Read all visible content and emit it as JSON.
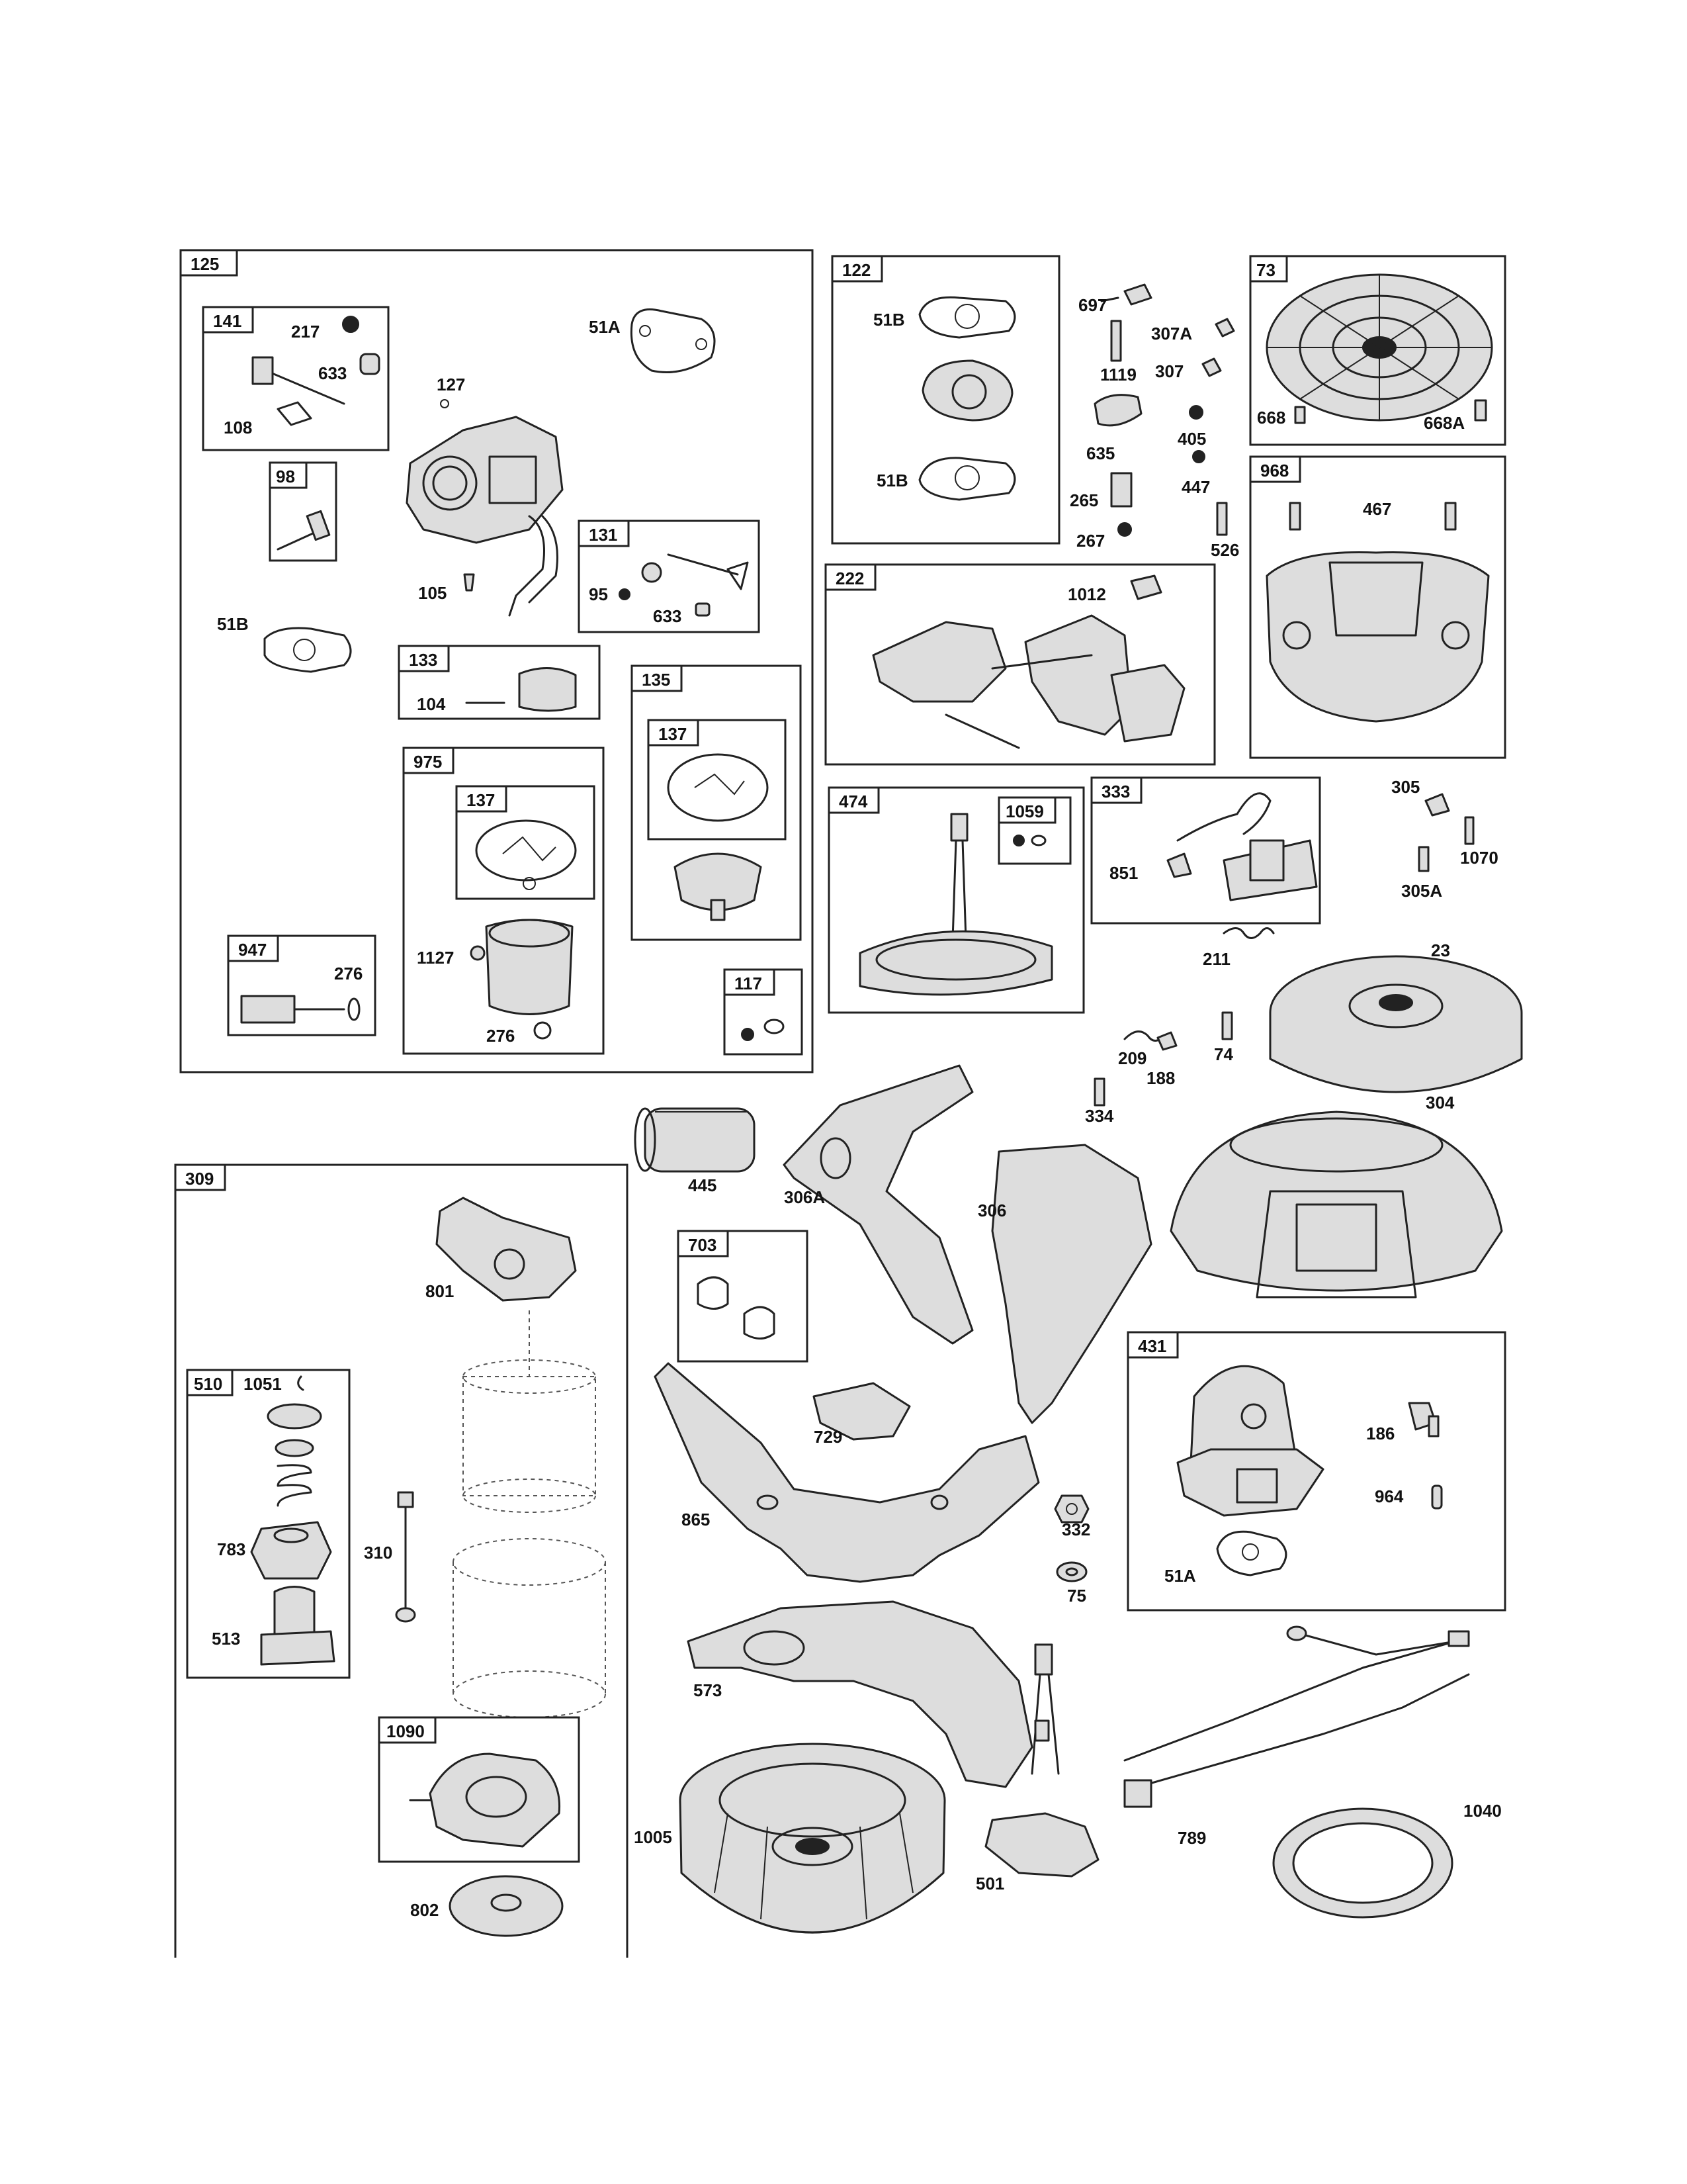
{
  "boxes": {
    "b125": "125",
    "b141": "141",
    "b98": "98",
    "b131": "131",
    "b133": "133",
    "b135": "135",
    "b137a": "137",
    "b975": "975",
    "b137b": "137",
    "b947": "947",
    "b117": "117",
    "b122": "122",
    "b73": "73",
    "b968": "968",
    "b222": "222",
    "b474": "474",
    "b1059": "1059",
    "b333": "333",
    "b309": "309",
    "b510": "510",
    "b1090": "1090",
    "b703": "703",
    "b431": "431"
  },
  "labels": {
    "p217": "217",
    "p633a": "633",
    "p108": "108",
    "p51A_top": "51A",
    "p127": "127",
    "p105": "105",
    "p51B_left": "51B",
    "p95": "95",
    "p633b": "633",
    "p104": "104",
    "p1127": "1127",
    "p276a": "276",
    "p276b": "276",
    "p51B_top": "51B",
    "p51B_bot": "51B",
    "p697": "697",
    "p1119": "1119",
    "p307A": "307A",
    "p307": "307",
    "p635": "635",
    "p405": "405",
    "p447": "447",
    "p265": "265",
    "p267": "267",
    "p526": "526",
    "p668": "668",
    "p668A": "668A",
    "p467": "467",
    "p1012": "1012",
    "p851": "851",
    "p305": "305",
    "p1070": "1070",
    "p305A": "305A",
    "p211": "211",
    "p23": "23",
    "p209": "209",
    "p188": "188",
    "p74": "74",
    "p334": "334",
    "p445": "445",
    "p306A": "306A",
    "p306": "306",
    "p304": "304",
    "p801": "801",
    "p1051": "1051",
    "p783": "783",
    "p513": "513",
    "p310": "310",
    "p729": "729",
    "p865": "865",
    "p332": "332",
    "p75": "75",
    "p186": "186",
    "p964": "964",
    "p51A_right": "51A",
    "p573": "573",
    "p1005": "1005",
    "p501": "501",
    "p789": "789",
    "p1040": "1040",
    "p802": "802"
  }
}
